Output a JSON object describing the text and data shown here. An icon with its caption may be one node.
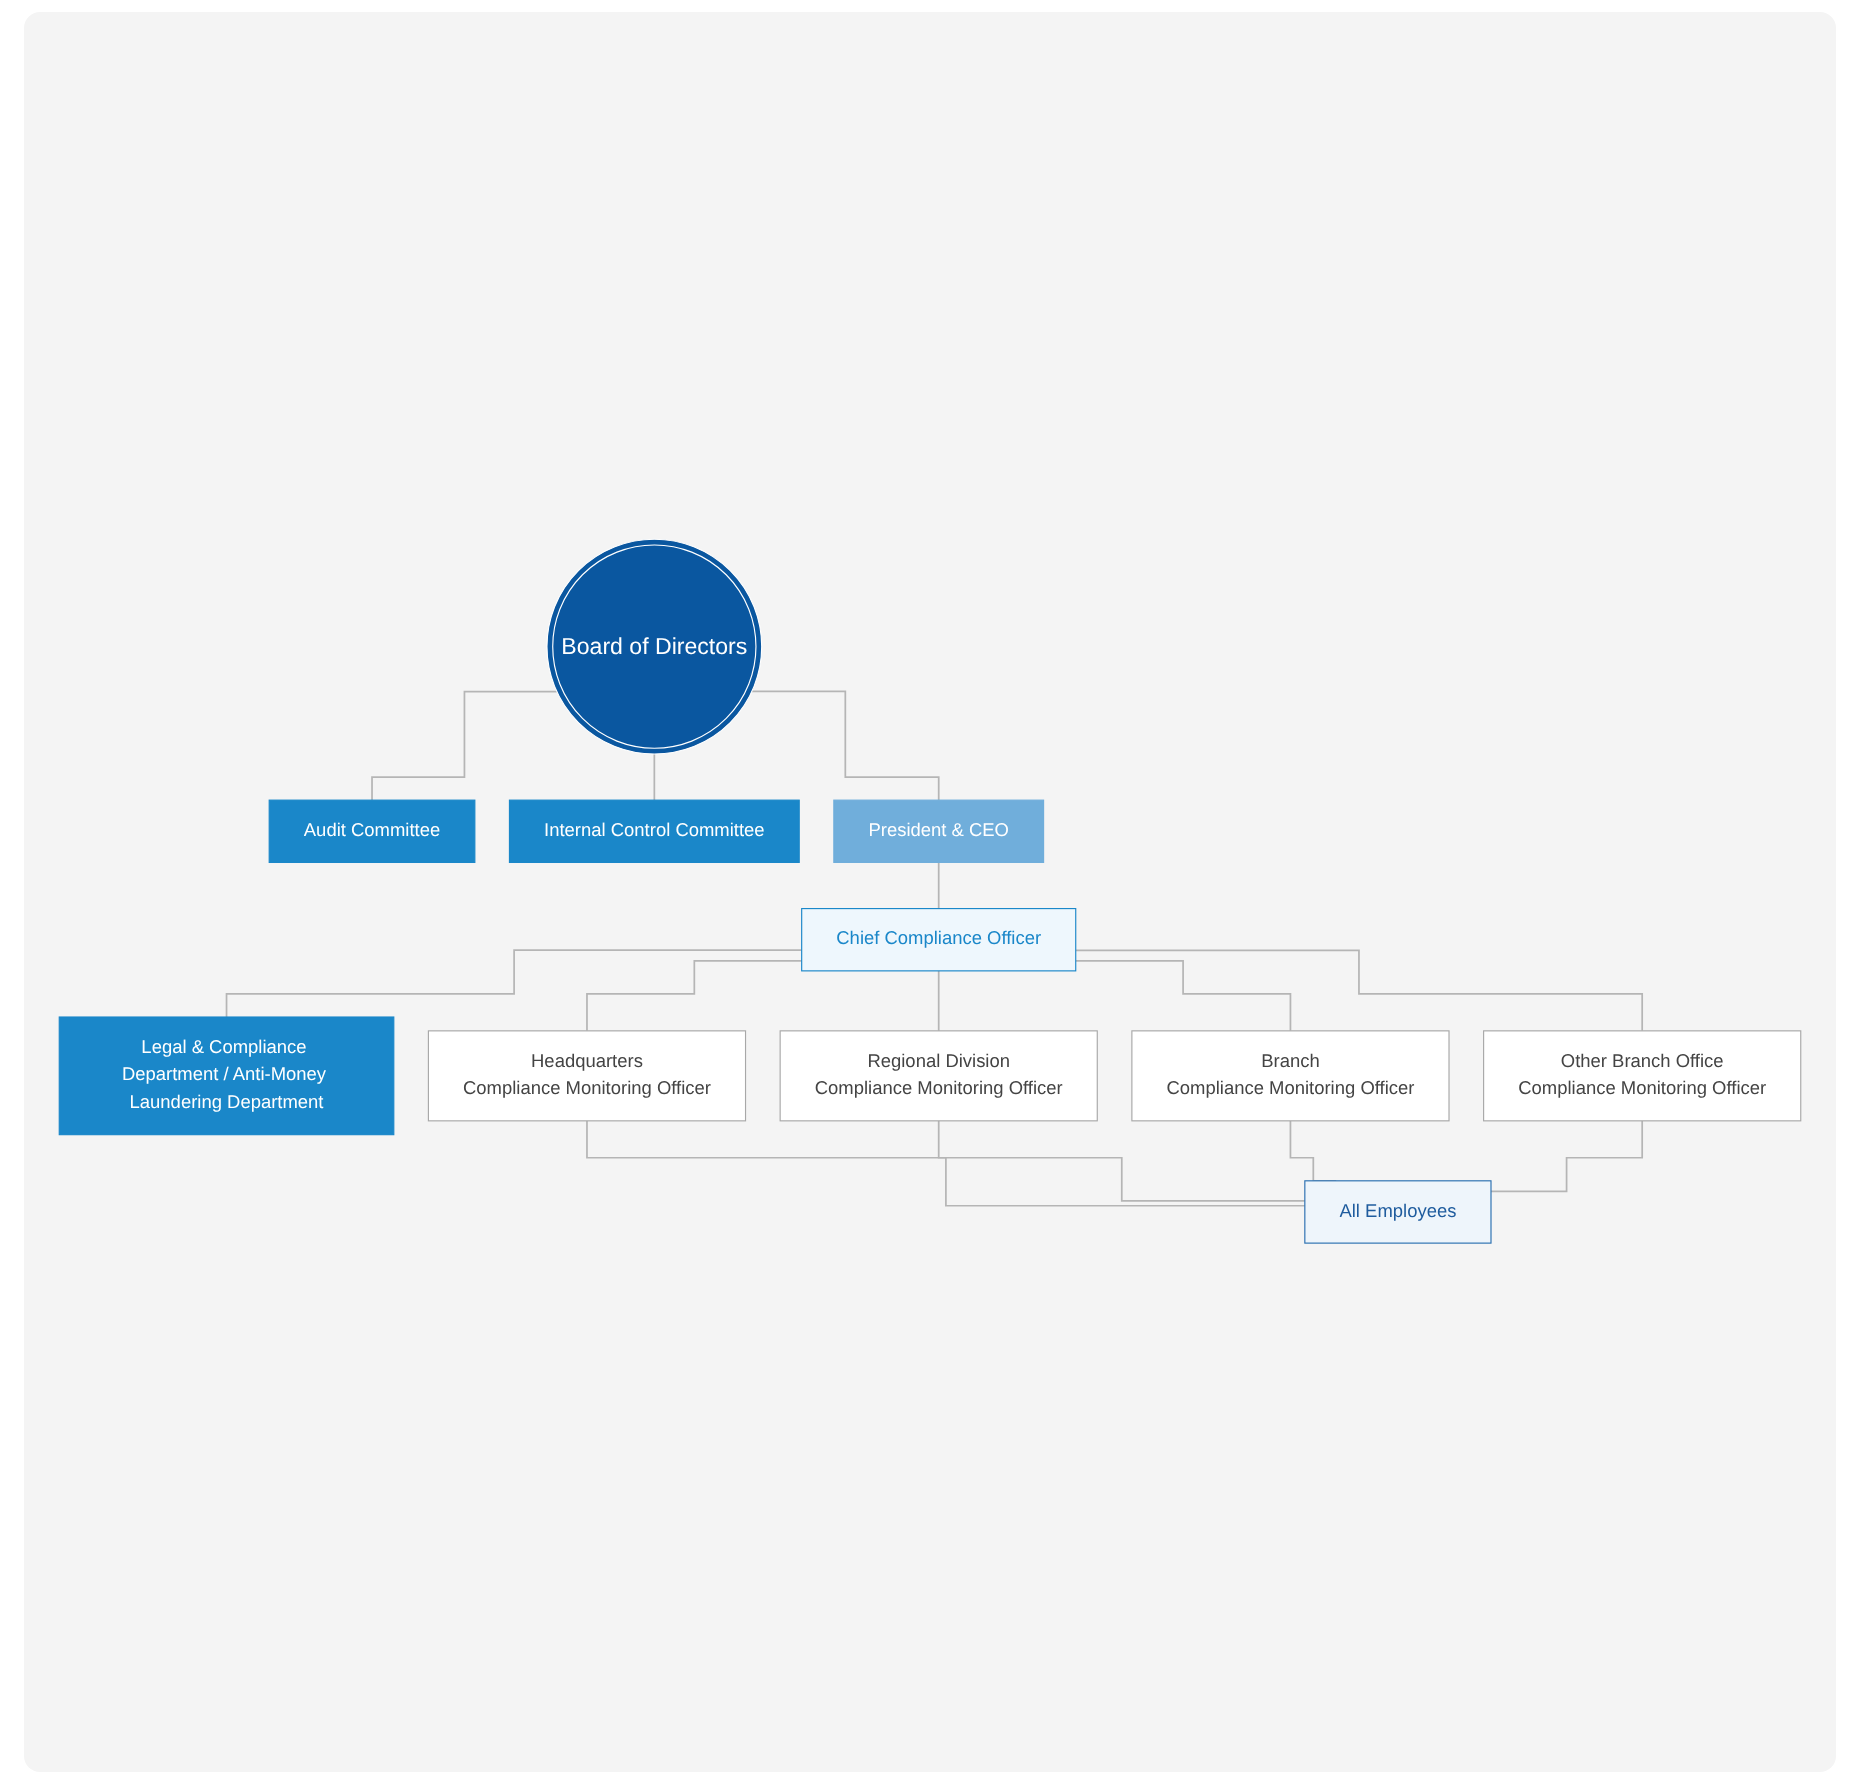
{
  "diagram": {
    "nodes": [
      {
        "text": [
          "Board of Directors"
        ]
      },
      {
        "text": [
          "Audit Committee"
        ]
      },
      {
        "text": [
          "Internal Control Committee"
        ]
      },
      {
        "text": [
          "President & CEO"
        ]
      },
      {
        "text": [
          "Chief Compliance Officer"
        ]
      },
      {
        "text": [
          "Legal & Compliance Department / Anti-Money Laundering Department"
        ]
      },
      {
        "text": [
          "Headquarters",
          "Compliance Monitoring Officer"
        ]
      },
      {
        "text": [
          "Regional Division",
          "Compliance Monitoring Officer"
        ]
      },
      {
        "text": [
          "Branch",
          "Compliance Monitoring Officer"
        ]
      },
      {
        "text": [
          "Other Branch Office",
          "Compliance Monitoring Officer"
        ]
      },
      {
        "text": [
          "All Employees"
        ]
      }
    ],
    "edges": [
      {
        "from": 0,
        "to": 1,
        "arrow": "none"
      },
      {
        "from": 0,
        "to": 2,
        "arrow": "none"
      },
      {
        "from": 0,
        "to": 3,
        "arrow": "none"
      },
      {
        "from": 3,
        "to": 4,
        "arrow": "none"
      },
      {
        "from": 4,
        "to": 5,
        "arrow": "none"
      },
      {
        "from": 4,
        "to": 6,
        "arrow": "none"
      },
      {
        "from": 4,
        "to": 7,
        "arrow": "none"
      },
      {
        "from": 4,
        "to": 8,
        "arrow": "none"
      },
      {
        "from": 4,
        "to": 9,
        "arrow": "none"
      },
      {
        "from": 6,
        "to": 10,
        "arrow": "none"
      },
      {
        "from": 7,
        "to": 10,
        "arrow": "none"
      },
      {
        "from": 8,
        "to": 10,
        "arrow": "none"
      },
      {
        "from": 9,
        "to": 10,
        "arrow": "none"
      }
    ]
  }
}
